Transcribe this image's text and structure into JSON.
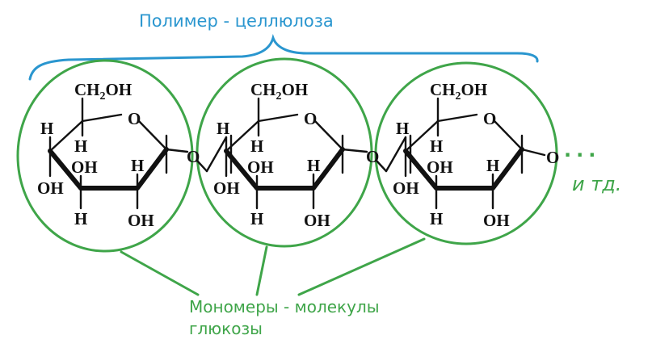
{
  "title": "Полимер - целлюлоза",
  "monomer_label_line1": "Мономеры - молекулы",
  "monomer_label_line2": "глюкозы",
  "continuation_dots": "...",
  "etc_note": "и тд.",
  "atoms": {
    "ch2oh_main": "CH",
    "ch2oh_sub": "2",
    "ch2oh_tail": "OH",
    "ring_oxygen": "O",
    "link_oxygen": "O",
    "h": "H",
    "oh": "OH"
  },
  "colors": {
    "title": "#2a96cf",
    "monomer": "#3fa549",
    "structure": "#111111"
  }
}
